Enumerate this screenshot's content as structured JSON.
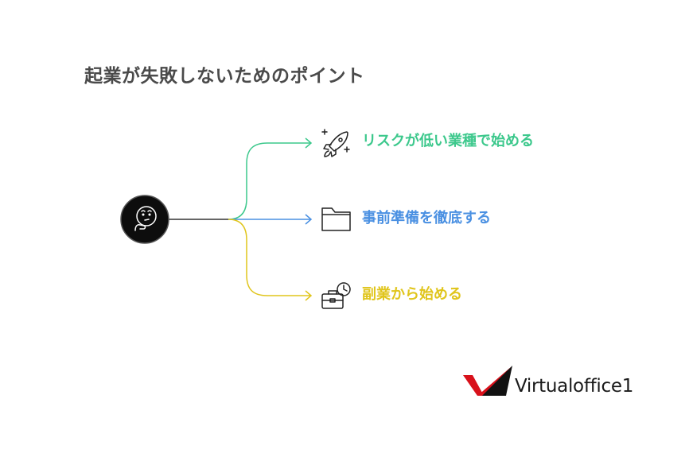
{
  "title": "起業が失敗しないためのポイント",
  "center": {
    "icon": "thinking-face-icon"
  },
  "branches": [
    {
      "label": "リスクが低い業種で始める",
      "icon": "rocket-icon",
      "color": "#3cc88c"
    },
    {
      "label": "事前準備を徹底する",
      "icon": "folder-icon",
      "color": "#4a90e2"
    },
    {
      "label": "副業から始める",
      "icon": "briefcase-clock-icon",
      "color": "#e0c51c"
    }
  ],
  "logo": {
    "text": "Virtualoffice1",
    "accent_color": "#d8111b"
  }
}
